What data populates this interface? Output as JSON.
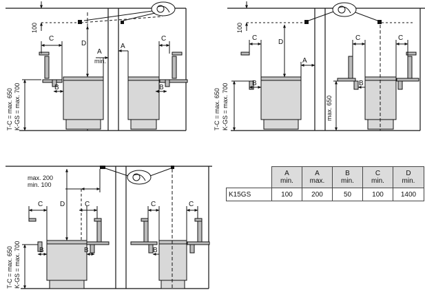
{
  "diagrams": {
    "top_left": {
      "label_100": "100",
      "label_C_left": "C",
      "label_C_right": "C",
      "label_D": "D",
      "label_A": "A",
      "label_A_min": "min.",
      "label_A2": "A",
      "label_B_left": "B",
      "label_B_right": "B",
      "vertical_text_1": "T-C = max. 650",
      "vertical_text_2": "K-GS = max. 700"
    },
    "top_right": {
      "label_100": "100",
      "label_C_left": "C",
      "label_C_mid": "C",
      "label_C_right": "C",
      "label_D": "D",
      "label_A": "A",
      "label_B_left": "B",
      "label_B_right": "B",
      "vertical_text_1": "T-C = max. 650",
      "vertical_text_2": "K-GS = max. 700",
      "vertical_text_3": "max. 650"
    },
    "bottom_left": {
      "label_max": "max. 200",
      "label_min": "min. 100",
      "label_C_left": "C",
      "label_C_mid": "C",
      "label_C_right1": "C",
      "label_C_right2": "C",
      "label_D": "D",
      "label_B_left": "B",
      "label_B_mid": "B",
      "label_B_right": "B",
      "vertical_text_1": "T-C = max. 650",
      "vertical_text_2": "K-GS = max. 700"
    }
  },
  "table": {
    "headers": [
      {
        "l1": "",
        "l2": ""
      },
      {
        "l1": "A",
        "l2": "min."
      },
      {
        "l1": "A",
        "l2": "max."
      },
      {
        "l1": "B",
        "l2": "min."
      },
      {
        "l1": "C",
        "l2": "min."
      },
      {
        "l1": "D",
        "l2": "min."
      }
    ],
    "row": {
      "model": "K15GS",
      "a_min": "100",
      "a_max": "200",
      "b_min": "50",
      "c_min": "100",
      "d_min": "1400"
    }
  },
  "icons": [
    "sensor-icon"
  ]
}
